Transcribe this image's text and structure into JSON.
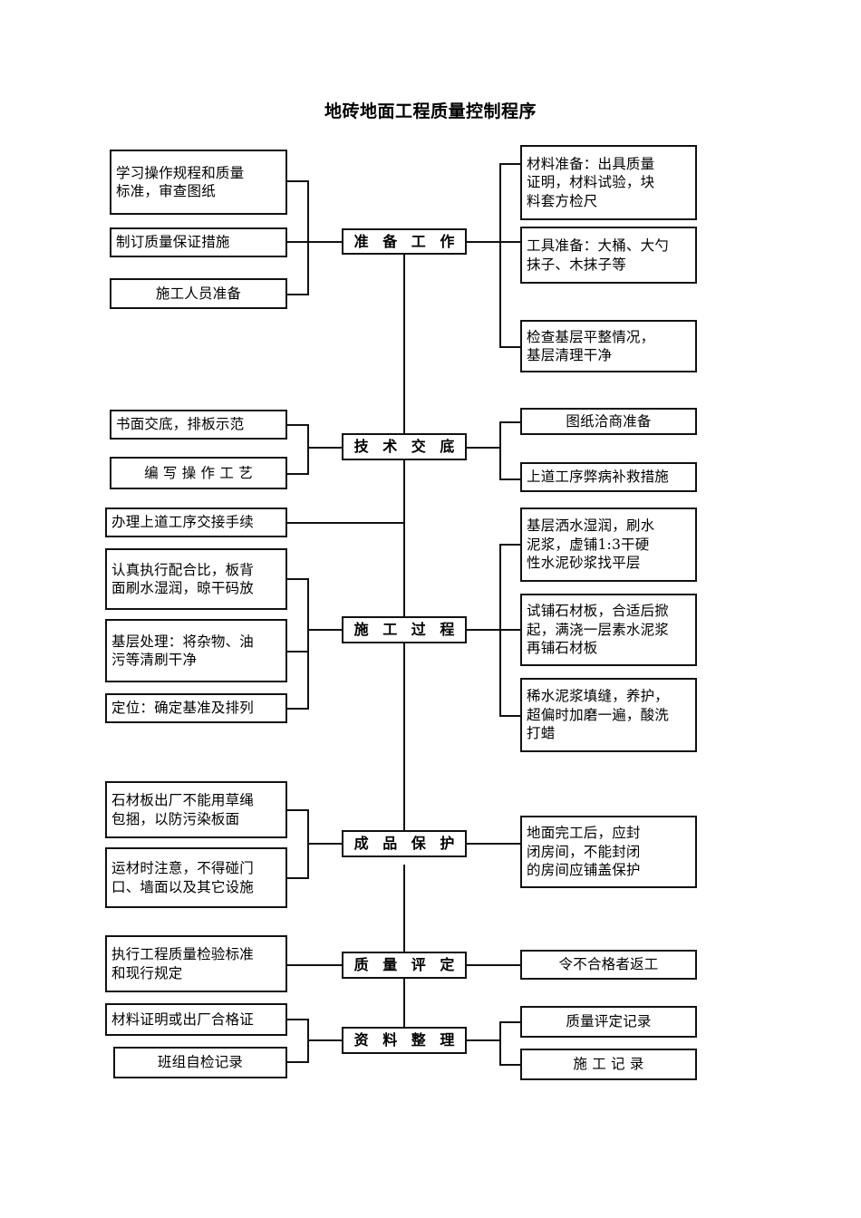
{
  "title": "地砖地面工程质量控制程序",
  "stages": [
    {
      "id": "prep",
      "label": "准 备 工 作"
    },
    {
      "id": "tech",
      "label": "技 术 交 底"
    },
    {
      "id": "construct",
      "label": "施 工 过 程"
    },
    {
      "id": "protect",
      "label": "成 品 保 护"
    },
    {
      "id": "evaluate",
      "label": "质 量 评 定"
    },
    {
      "id": "archive",
      "label": "资 料 整 理"
    }
  ],
  "left": {
    "prep": [
      {
        "lines": [
          "学习操作规程和质量",
          "标准，审查图纸"
        ]
      },
      {
        "lines": [
          "制订质量保证措施"
        ]
      },
      {
        "lines": [
          "施工人员准备"
        ],
        "center": true
      }
    ],
    "tech": [
      {
        "lines": [
          "书面交底，排板示范"
        ]
      },
      {
        "lines": [
          "编 写 操 作 工 艺"
        ],
        "center": true
      }
    ],
    "construct": [
      {
        "lines": [
          "办理上道工序交接手续"
        ]
      },
      {
        "lines": [
          "认真执行配合比，板背",
          "面刷水湿润，晾干码放"
        ]
      },
      {
        "lines": [
          "基层处理：将杂物、油",
          "污等清刷干净"
        ]
      },
      {
        "lines": [
          "定位：确定基准及排列"
        ]
      }
    ],
    "protect": [
      {
        "lines": [
          "石材板出厂不能用草绳",
          "包捆，以防污染板面"
        ]
      },
      {
        "lines": [
          "运材时注意，不得碰门",
          "口、墙面以及其它设施"
        ]
      }
    ],
    "evaluate": [
      {
        "lines": [
          "执行工程质量检验标准",
          "和现行规定"
        ]
      }
    ],
    "archive": [
      {
        "lines": [
          "材料证明或出厂合格证"
        ]
      },
      {
        "lines": [
          "班组自检记录"
        ],
        "center": true
      }
    ]
  },
  "right": {
    "prep": [
      {
        "lines": [
          "材料准备：出具质量",
          "证明，材料试验，块",
          "料套方检尺"
        ]
      },
      {
        "lines": [
          "工具准备：大桶、大勺",
          "抹子、木抹子等"
        ]
      },
      {
        "lines": [
          "检查基层平整情况，",
          "基层清理干净"
        ]
      }
    ],
    "tech": [
      {
        "lines": [
          "图纸洽商准备"
        ],
        "center": true
      },
      {
        "lines": [
          "上道工序弊病补救措施"
        ]
      }
    ],
    "construct": [
      {
        "lines": [
          "基层洒水湿润，刷水",
          "泥浆，虚铺1:3干硬",
          "性水泥砂浆找平层"
        ]
      },
      {
        "lines": [
          "试铺石材板，合适后掀",
          "起，满浇一层素水泥浆",
          "再铺石材板"
        ]
      },
      {
        "lines": [
          "稀水泥浆填缝，养护，",
          "超偏时加磨一遍，酸洗",
          "打蜡"
        ]
      }
    ],
    "protect": [
      {
        "lines": [
          "地面完工后，应封",
          "闭房间，不能封闭",
          "的房间应铺盖保护"
        ]
      }
    ],
    "evaluate": [
      {
        "lines": [
          "令不合格者返工"
        ],
        "center": true
      }
    ],
    "archive": [
      {
        "lines": [
          "质量评定记录"
        ],
        "center": true
      },
      {
        "lines": [
          "施 工 记 录"
        ],
        "center": true
      }
    ]
  },
  "colors": {
    "line": "#111111",
    "background": "#ffffff",
    "text": "#000000"
  }
}
